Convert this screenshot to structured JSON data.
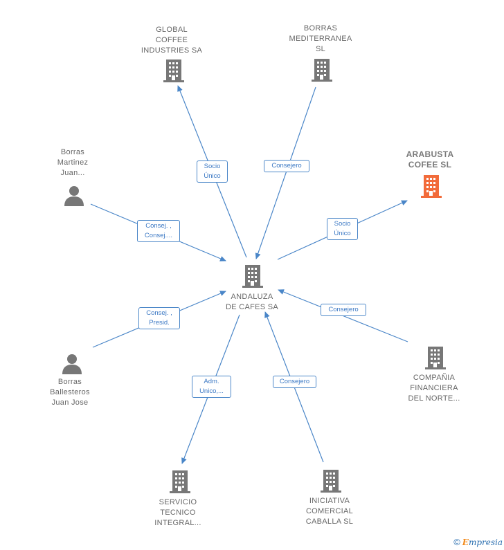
{
  "colors": {
    "edge": "#4a86c8",
    "node": "#777777",
    "highlight": "#f26b3a"
  },
  "nodes": {
    "global_coffee": {
      "lines": [
        "GLOBAL",
        "COFFEE",
        "INDUSTRIES SA"
      ],
      "icon": "building-icon"
    },
    "borras_mediterranea": {
      "lines": [
        "BORRAS",
        "MEDITERRANEA",
        "SL"
      ],
      "icon": "building-icon"
    },
    "arabusta": {
      "lines": [
        "ARABUSTA",
        "COFEE  SL"
      ],
      "icon": "building-icon"
    },
    "borras_martinez": {
      "lines": [
        "Borras",
        "Martinez",
        "Juan..."
      ],
      "icon": "person-icon"
    },
    "andaluza": {
      "lines": [
        "ANDALUZA",
        "DE CAFES SA"
      ],
      "icon": "building-icon"
    },
    "borras_ballesteros": {
      "lines": [
        "Borras",
        "Ballesteros",
        "Juan Jose"
      ],
      "icon": "person-icon"
    },
    "compania": {
      "lines": [
        "COMPAÑIA",
        "FINANCIERA",
        "DEL NORTE..."
      ],
      "icon": "building-icon"
    },
    "servicio": {
      "lines": [
        "SERVICIO",
        "TECNICO",
        "INTEGRAL..."
      ],
      "icon": "building-icon"
    },
    "iniciativa": {
      "lines": [
        "INICIATIVA",
        "COMERCIAL",
        "CABALLA  SL"
      ],
      "icon": "building-icon"
    }
  },
  "edges": {
    "global_coffee": [
      "Socio",
      "Único"
    ],
    "borras_mediterranea": [
      "Consejero"
    ],
    "arabusta": [
      "Socio",
      "Único"
    ],
    "borras_martinez": [
      "Consej. ,",
      "Consej...."
    ],
    "borras_ballesteros": [
      "Consej. ,",
      "Presid."
    ],
    "compania": [
      "Consejero"
    ],
    "servicio": [
      "Adm.",
      "Unico,..."
    ],
    "iniciativa": [
      "Consejero"
    ]
  },
  "brand": {
    "copyright": "©",
    "e": "E",
    "rest": "mpresia"
  }
}
